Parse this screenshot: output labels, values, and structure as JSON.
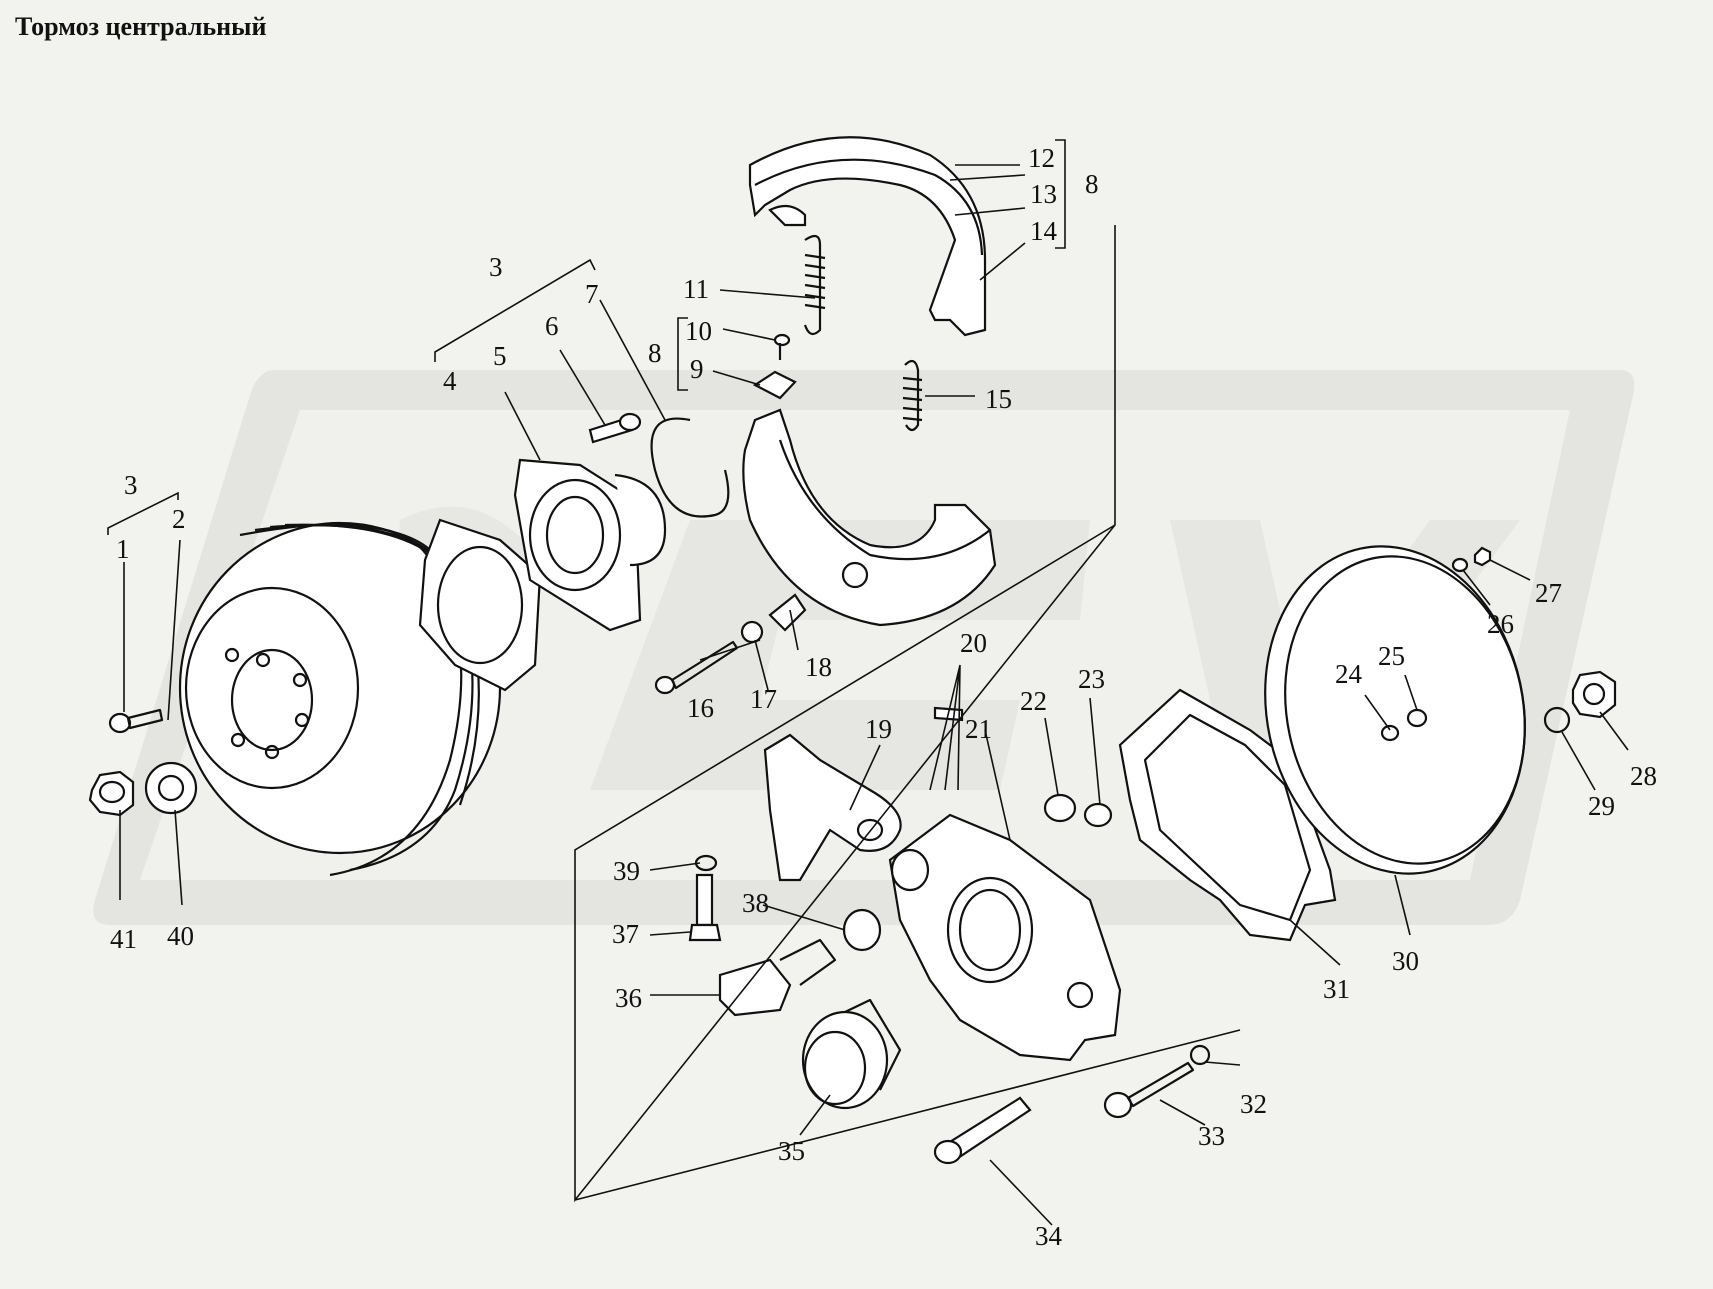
{
  "title": "Тормоз центральный",
  "labels": [
    {
      "id": "1",
      "text": "1"
    },
    {
      "id": "2",
      "text": "2"
    },
    {
      "id": "3a",
      "text": "3"
    },
    {
      "id": "3b",
      "text": "3"
    },
    {
      "id": "4",
      "text": "4"
    },
    {
      "id": "5",
      "text": "5"
    },
    {
      "id": "6",
      "text": "6"
    },
    {
      "id": "7",
      "text": "7"
    },
    {
      "id": "8a",
      "text": "8"
    },
    {
      "id": "8b",
      "text": "8"
    },
    {
      "id": "9",
      "text": "9"
    },
    {
      "id": "10",
      "text": "10"
    },
    {
      "id": "11",
      "text": "11"
    },
    {
      "id": "12",
      "text": "12"
    },
    {
      "id": "13",
      "text": "13"
    },
    {
      "id": "14",
      "text": "14"
    },
    {
      "id": "15",
      "text": "15"
    },
    {
      "id": "16",
      "text": "16"
    },
    {
      "id": "17",
      "text": "17"
    },
    {
      "id": "18",
      "text": "18"
    },
    {
      "id": "19",
      "text": "19"
    },
    {
      "id": "20",
      "text": "20"
    },
    {
      "id": "21",
      "text": "21"
    },
    {
      "id": "22",
      "text": "22"
    },
    {
      "id": "23",
      "text": "23"
    },
    {
      "id": "24",
      "text": "24"
    },
    {
      "id": "25",
      "text": "25"
    },
    {
      "id": "26",
      "text": "26"
    },
    {
      "id": "27",
      "text": "27"
    },
    {
      "id": "28",
      "text": "28"
    },
    {
      "id": "29",
      "text": "29"
    },
    {
      "id": "30",
      "text": "30"
    },
    {
      "id": "31",
      "text": "31"
    },
    {
      "id": "32",
      "text": "32"
    },
    {
      "id": "33",
      "text": "33"
    },
    {
      "id": "34",
      "text": "34"
    },
    {
      "id": "35",
      "text": "35"
    },
    {
      "id": "36",
      "text": "36"
    },
    {
      "id": "37",
      "text": "37"
    },
    {
      "id": "38",
      "text": "38"
    },
    {
      "id": "39",
      "text": "39"
    },
    {
      "id": "40",
      "text": "40"
    },
    {
      "id": "41",
      "text": "41"
    }
  ]
}
